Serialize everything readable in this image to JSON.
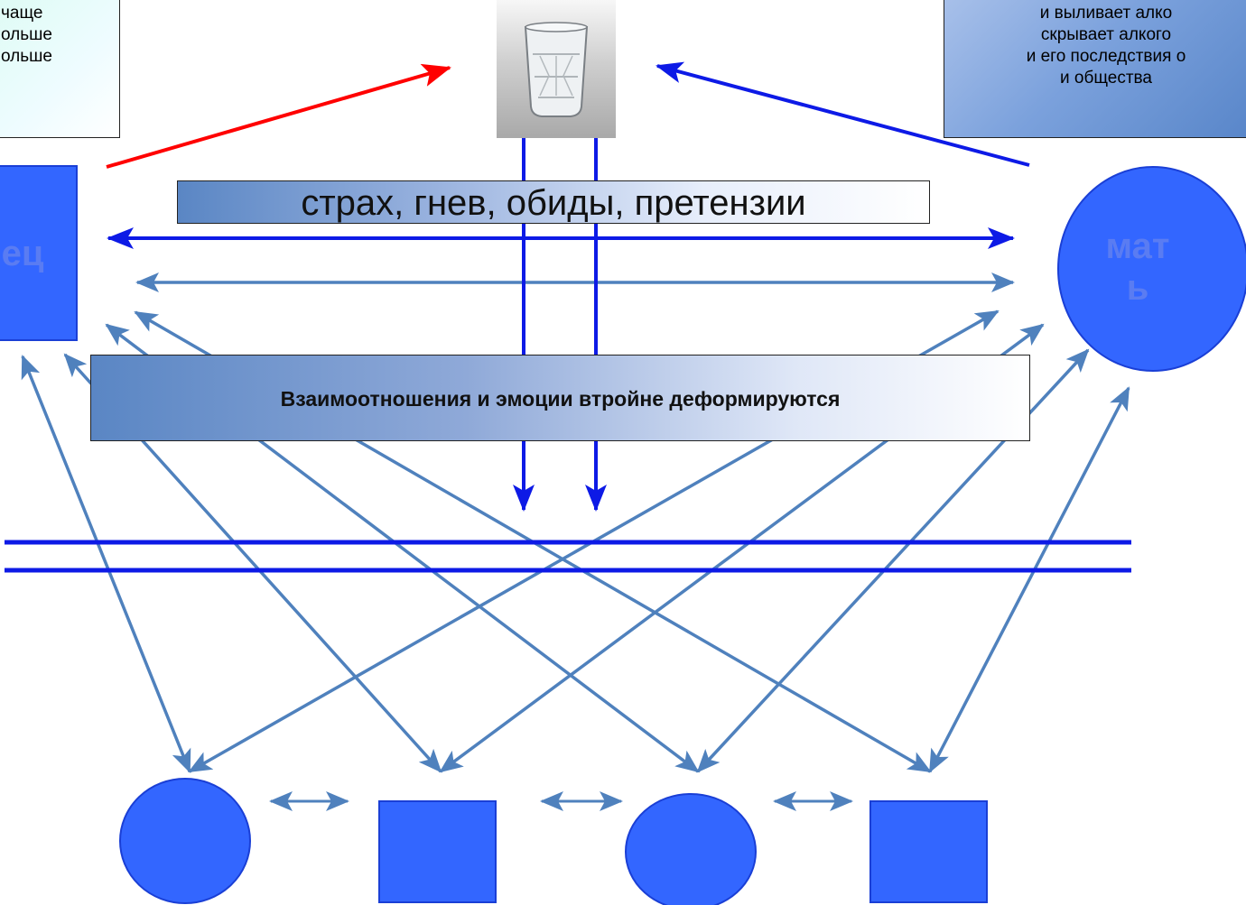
{
  "notes": {
    "left": [
      "чаще",
      "ольше",
      "ольше"
    ],
    "right": [
      "и выливает алко",
      "скрывает алкого",
      "и его последствия о",
      "и общества"
    ]
  },
  "center_item": "glass-icon",
  "banners": {
    "fear": "страх, гнев, обиды, претензии",
    "deformation": "Взаимоотношения и эмоции втройне деформируются"
  },
  "shapes": {
    "father_label": "ец",
    "mother_label_line1": "мат",
    "mother_label_line2": "ь"
  },
  "colors": {
    "shape_fill": "#3366ff",
    "shape_stroke": "#1a3fd6",
    "blue_arrow": "#0d1ae6",
    "steel_arrow": "#4f81bd",
    "red_arrow": "#ff0000",
    "label_text": "#5a7cf2"
  }
}
